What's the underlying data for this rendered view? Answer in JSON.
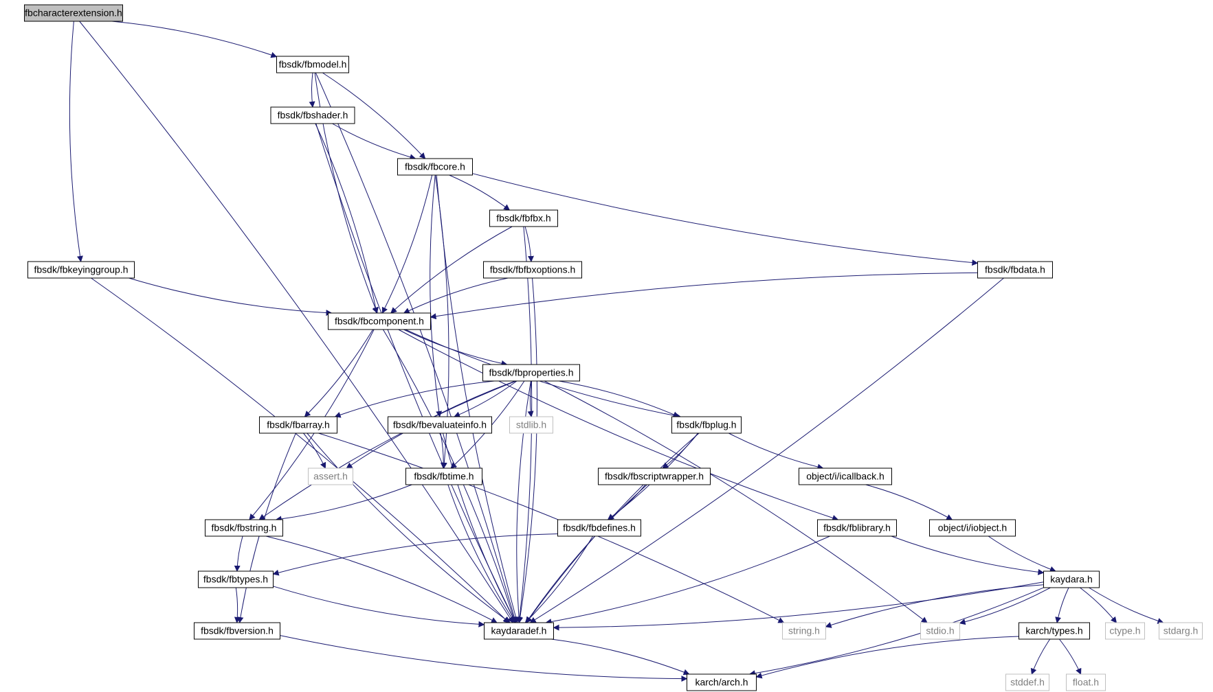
{
  "graph": {
    "edge_color": "#191970",
    "nodes": [
      {
        "id": "fbcharacterextension",
        "label": "fbcharacterextension.h",
        "style": "root"
      },
      {
        "id": "fbmodel",
        "label": "fbsdk/fbmodel.h",
        "style": "internal"
      },
      {
        "id": "fbshader",
        "label": "fbsdk/fbshader.h",
        "style": "internal"
      },
      {
        "id": "fbcore",
        "label": "fbsdk/fbcore.h",
        "style": "internal"
      },
      {
        "id": "fbfbx",
        "label": "fbsdk/fbfbx.h",
        "style": "internal"
      },
      {
        "id": "fbfbxoptions",
        "label": "fbsdk/fbfbxoptions.h",
        "style": "internal"
      },
      {
        "id": "fbdata",
        "label": "fbsdk/fbdata.h",
        "style": "internal"
      },
      {
        "id": "fbkeyinggroup",
        "label": "fbsdk/fbkeyinggroup.h",
        "style": "internal"
      },
      {
        "id": "fbcomponent",
        "label": "fbsdk/fbcomponent.h",
        "style": "internal"
      },
      {
        "id": "fbproperties",
        "label": "fbsdk/fbproperties.h",
        "style": "internal"
      },
      {
        "id": "fbarray",
        "label": "fbsdk/fbarray.h",
        "style": "internal"
      },
      {
        "id": "fbevaluateinfo",
        "label": "fbsdk/fbevaluateinfo.h",
        "style": "internal"
      },
      {
        "id": "stdlib",
        "label": "stdlib.h",
        "style": "external"
      },
      {
        "id": "fbplug",
        "label": "fbsdk/fbplug.h",
        "style": "internal"
      },
      {
        "id": "assert",
        "label": "assert.h",
        "style": "external"
      },
      {
        "id": "fbtime",
        "label": "fbsdk/fbtime.h",
        "style": "internal"
      },
      {
        "id": "fbscriptwrapper",
        "label": "fbsdk/fbscriptwrapper.h",
        "style": "internal"
      },
      {
        "id": "icallback",
        "label": "object/i/icallback.h",
        "style": "internal"
      },
      {
        "id": "fbstring",
        "label": "fbsdk/fbstring.h",
        "style": "internal"
      },
      {
        "id": "fbdefines",
        "label": "fbsdk/fbdefines.h",
        "style": "internal"
      },
      {
        "id": "fblibrary",
        "label": "fbsdk/fblibrary.h",
        "style": "internal"
      },
      {
        "id": "iobject",
        "label": "object/i/iobject.h",
        "style": "internal"
      },
      {
        "id": "fbtypes",
        "label": "fbsdk/fbtypes.h",
        "style": "internal"
      },
      {
        "id": "kaydara",
        "label": "kaydara.h",
        "style": "internal"
      },
      {
        "id": "fbversion",
        "label": "fbsdk/fbversion.h",
        "style": "internal"
      },
      {
        "id": "kaydaradef",
        "label": "kaydaradef.h",
        "style": "internal"
      },
      {
        "id": "string",
        "label": "string.h",
        "style": "external"
      },
      {
        "id": "stdio",
        "label": "stdio.h",
        "style": "external"
      },
      {
        "id": "karchtypes",
        "label": "karch/types.h",
        "style": "internal"
      },
      {
        "id": "ctype",
        "label": "ctype.h",
        "style": "external"
      },
      {
        "id": "stdarg",
        "label": "stdarg.h",
        "style": "external"
      },
      {
        "id": "stddef",
        "label": "stddef.h",
        "style": "external"
      },
      {
        "id": "float",
        "label": "float.h",
        "style": "external"
      },
      {
        "id": "karcharch",
        "label": "karch/arch.h",
        "style": "internal"
      }
    ],
    "edges": [
      [
        "fbcharacterextension",
        "fbmodel"
      ],
      [
        "fbcharacterextension",
        "fbkeyinggroup"
      ],
      [
        "fbcharacterextension",
        "kaydaradef"
      ],
      [
        "fbmodel",
        "fbshader"
      ],
      [
        "fbmodel",
        "fbcore"
      ],
      [
        "fbmodel",
        "fbcomponent"
      ],
      [
        "fbmodel",
        "kaydaradef"
      ],
      [
        "fbshader",
        "fbcore"
      ],
      [
        "fbshader",
        "fbcomponent"
      ],
      [
        "fbshader",
        "kaydaradef"
      ],
      [
        "fbcore",
        "fbfbx"
      ],
      [
        "fbcore",
        "fbdata"
      ],
      [
        "fbcore",
        "fbcomponent"
      ],
      [
        "fbcore",
        "fbevaluateinfo"
      ],
      [
        "fbcore",
        "fbtime"
      ],
      [
        "fbcore",
        "kaydaradef"
      ],
      [
        "fbfbx",
        "fbfbxoptions"
      ],
      [
        "fbfbx",
        "fbcomponent"
      ],
      [
        "fbfbx",
        "kaydaradef"
      ],
      [
        "fbfbxoptions",
        "fbcomponent"
      ],
      [
        "fbfbxoptions",
        "kaydaradef"
      ],
      [
        "fbdata",
        "fbcomponent"
      ],
      [
        "fbdata",
        "kaydaradef"
      ],
      [
        "fbkeyinggroup",
        "fbcomponent"
      ],
      [
        "fbkeyinggroup",
        "kaydaradef"
      ],
      [
        "fbcomponent",
        "fbproperties"
      ],
      [
        "fbcomponent",
        "fbarray"
      ],
      [
        "fbcomponent",
        "fbplug"
      ],
      [
        "fbcomponent",
        "fbstring"
      ],
      [
        "fbcomponent",
        "fblibrary"
      ],
      [
        "fbcomponent",
        "kaydaradef"
      ],
      [
        "fbproperties",
        "fbarray"
      ],
      [
        "fbproperties",
        "fbevaluateinfo"
      ],
      [
        "fbproperties",
        "stdlib"
      ],
      [
        "fbproperties",
        "fbplug"
      ],
      [
        "fbproperties",
        "assert"
      ],
      [
        "fbproperties",
        "fbtime"
      ],
      [
        "fbproperties",
        "fbstring"
      ],
      [
        "fbproperties",
        "stdio"
      ],
      [
        "fbproperties",
        "kaydaradef"
      ],
      [
        "fbarray",
        "assert"
      ],
      [
        "fbarray",
        "fbversion"
      ],
      [
        "fbarray",
        "string"
      ],
      [
        "fbarray",
        "kaydaradef"
      ],
      [
        "fbevaluateinfo",
        "fbtime"
      ],
      [
        "fbevaluateinfo",
        "kaydaradef"
      ],
      [
        "fbplug",
        "fbscriptwrapper"
      ],
      [
        "fbplug",
        "icallback"
      ],
      [
        "fbplug",
        "fbdefines"
      ],
      [
        "fbplug",
        "kaydaradef"
      ],
      [
        "fbtime",
        "fbstring"
      ],
      [
        "fbtime",
        "kaydaradef"
      ],
      [
        "fbscriptwrapper",
        "fbdefines"
      ],
      [
        "fbscriptwrapper",
        "kaydaradef"
      ],
      [
        "icallback",
        "iobject"
      ],
      [
        "fbstring",
        "fbtypes"
      ],
      [
        "fbstring",
        "kaydaradef"
      ],
      [
        "fbdefines",
        "fbtypes"
      ],
      [
        "fbdefines",
        "kaydaradef"
      ],
      [
        "fblibrary",
        "kaydara"
      ],
      [
        "fblibrary",
        "kaydaradef"
      ],
      [
        "iobject",
        "kaydara"
      ],
      [
        "fbtypes",
        "fbversion"
      ],
      [
        "fbtypes",
        "kaydaradef"
      ],
      [
        "kaydara",
        "kaydaradef"
      ],
      [
        "kaydara",
        "string"
      ],
      [
        "kaydara",
        "stdio"
      ],
      [
        "kaydara",
        "karchtypes"
      ],
      [
        "kaydara",
        "ctype"
      ],
      [
        "kaydara",
        "stdarg"
      ],
      [
        "kaydara",
        "karcharch"
      ],
      [
        "fbversion",
        "karcharch"
      ],
      [
        "kaydaradef",
        "karcharch"
      ],
      [
        "karchtypes",
        "stddef"
      ],
      [
        "karchtypes",
        "float"
      ],
      [
        "karchtypes",
        "karcharch"
      ]
    ]
  }
}
